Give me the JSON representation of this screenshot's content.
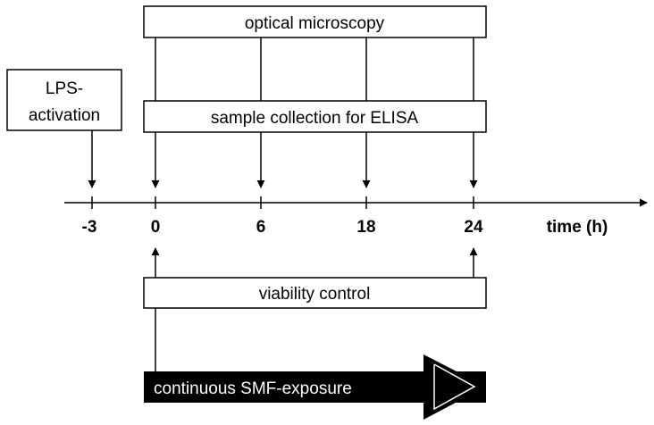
{
  "boxes": {
    "lps_line1": "LPS-",
    "lps_line2": "activation",
    "optical": "optical microscopy",
    "sample": "sample collection for ELISA",
    "viability": "viability control"
  },
  "timeline": {
    "ticks": [
      "-3",
      "0",
      "6",
      "18",
      "24"
    ],
    "axis_label": "time (h)"
  },
  "exposure_bar": {
    "label": "continuous SMF-exposure",
    "color": "#000000"
  }
}
